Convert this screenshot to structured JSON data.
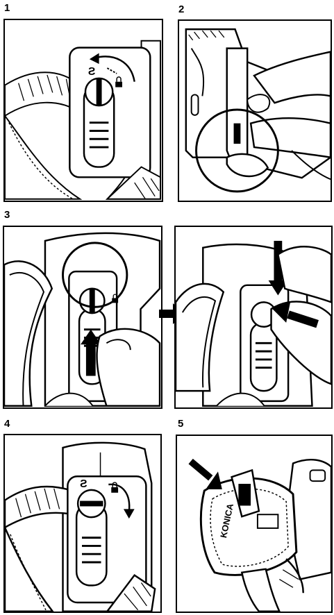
{
  "steps": [
    {
      "number": "1"
    },
    {
      "number": "2"
    },
    {
      "number": "3"
    },
    {
      "number": "4"
    },
    {
      "number": "5"
    }
  ],
  "lock_icon": "padlock-icon",
  "strap_brand": "KONICA"
}
